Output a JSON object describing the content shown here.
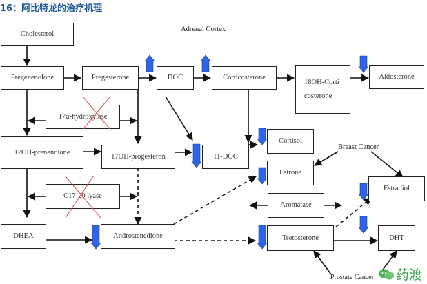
{
  "title": "16：阿比特龙的治疗机理",
  "region_label": "Adrenal Cortex",
  "nodes": {
    "cholesterol": "Cholesterol",
    "pregnenolone": "Pregenenolone",
    "progesterone": "Pregesterone",
    "doc": "DOC",
    "corticosterone": "Corticosterone",
    "oh18_line1": "18OH-Corti",
    "oh18_line2": "costerone",
    "aldosterone": "Aldosterone",
    "hydroxylase": "17α-hydroxylase",
    "oh17_pregnenolone": "17OH-prenenolone",
    "oh17_progesterone": "17OH-progesteron",
    "doc11": "11-DOC",
    "cortisol": "Cortisol",
    "estrone": "Estrone",
    "estradiol": "Estradiol",
    "lyase": "C17-20 lyase",
    "aromatase": "Aromatase",
    "dhea": "DHEA",
    "androstenedione": "Androstenedione",
    "testosterone": "Tsetosterone",
    "dht": "DHT"
  },
  "labels": {
    "breast_cancer": "Breast Cancer",
    "prostate_cancer": "Prostate Cancer"
  },
  "indicators": {
    "up": [
      "doc",
      "corticosterone"
    ],
    "down": [
      "aldosterone",
      "doc11",
      "cortisol",
      "estrone",
      "estradiol",
      "androstenedione",
      "testosterone",
      "dht"
    ]
  },
  "inhibited_enzymes": [
    "hydroxylase",
    "lyase"
  ],
  "colors": {
    "title": "#1f5a9a",
    "indicator_arrow": "#2f64e6",
    "inhibit_cross": "#e06060",
    "watermark": "#3aa14a"
  },
  "watermark": {
    "text": "药渡",
    "icon": "wechat-icon"
  }
}
